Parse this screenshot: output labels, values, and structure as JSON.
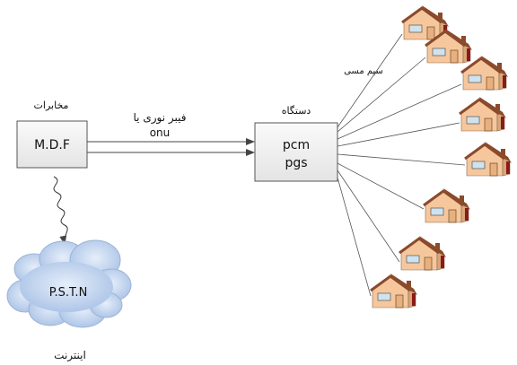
{
  "mdf": {
    "caption": "مخابرات",
    "label": "M.D.F"
  },
  "link": {
    "line1": "فیبر نوری یا",
    "line2": "onu"
  },
  "device": {
    "caption": "دستگاه",
    "line1": "pcm",
    "line2": "pgs"
  },
  "copper": {
    "label": "سیم مسی"
  },
  "cloud": {
    "label": "P.S.T.N",
    "caption": "اینترنت"
  },
  "colors": {
    "box_fill": "#f0f0f0",
    "box_stroke": "#555555",
    "house_wall": "#f6c79d",
    "house_roof": "#8b4a2b",
    "house_window": "#cfe3ee",
    "house_chimney": "#8b1a1a",
    "cloud_fill": "#bcd0ec"
  },
  "houses_count": 8
}
